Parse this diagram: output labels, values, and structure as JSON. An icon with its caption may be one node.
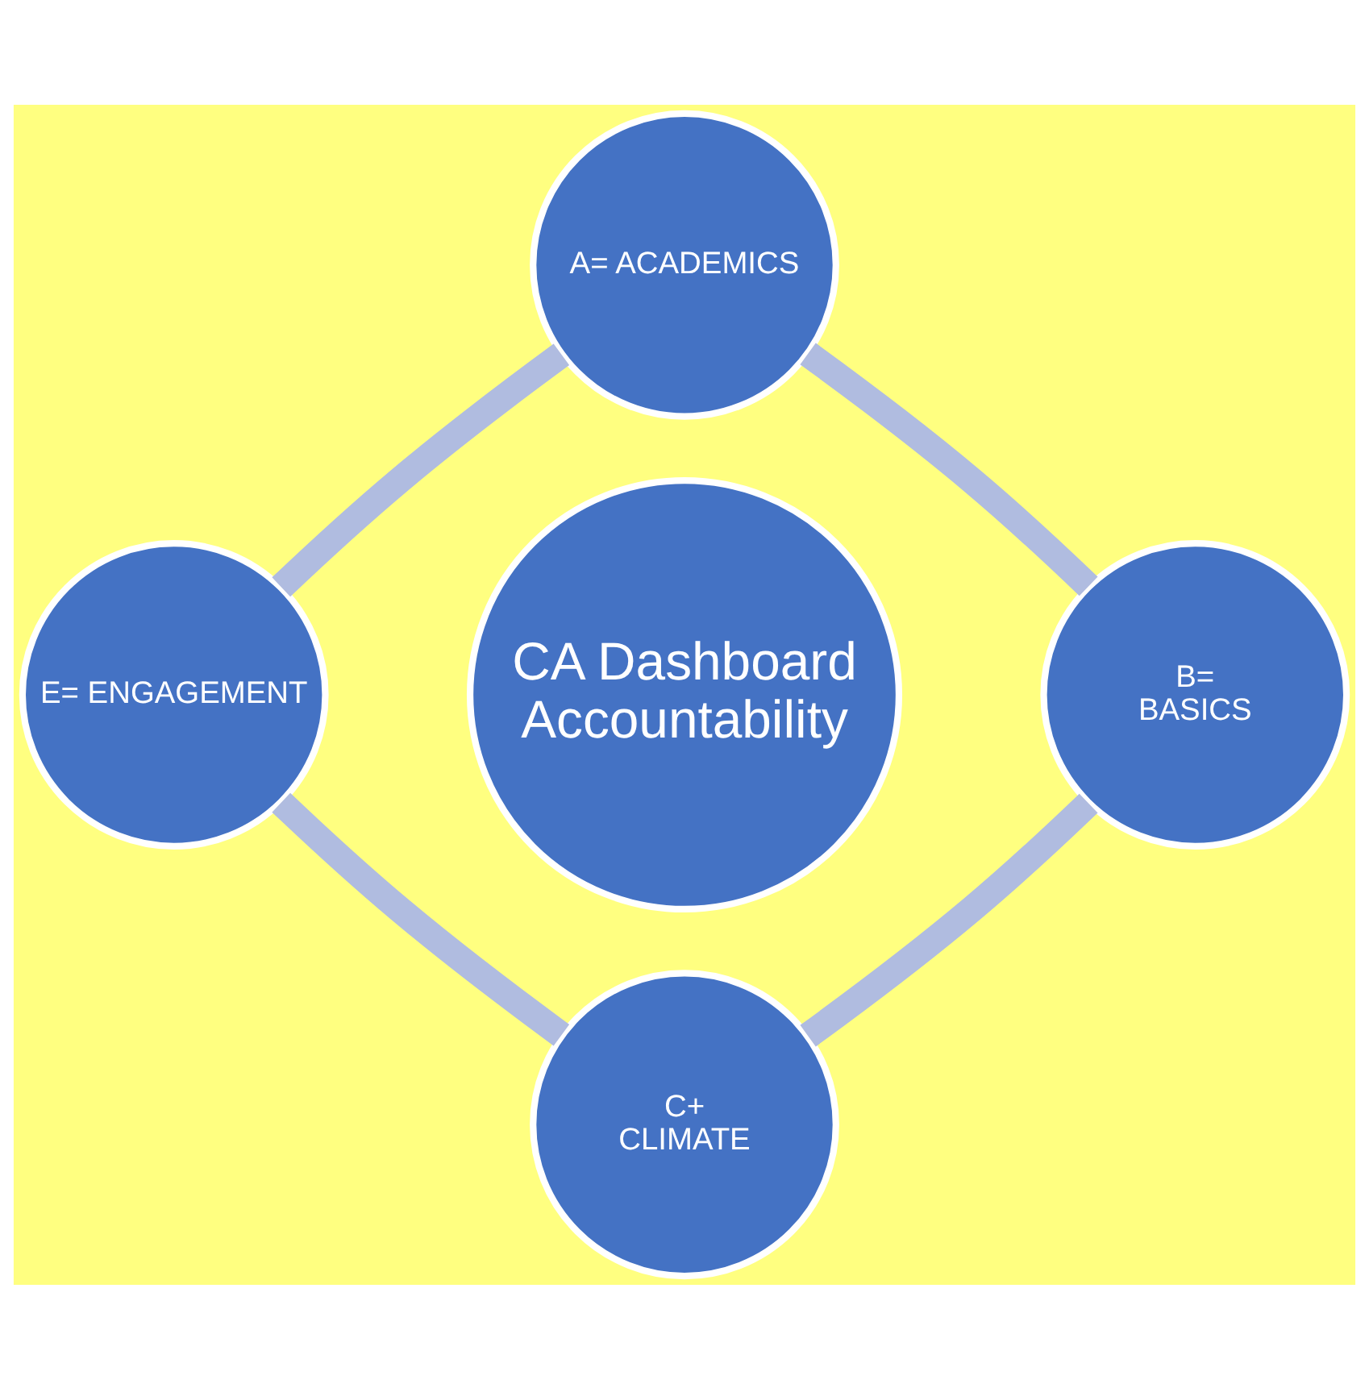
{
  "diagram": {
    "nodes": [
      {
        "text": [
          "A= ACADEMICS"
        ]
      },
      {
        "text": [
          "E= ENGAGEMENT"
        ]
      },
      {
        "text": [
          "CA Dashboard Accountability"
        ]
      },
      {
        "text": [
          "B=",
          "BASICS"
        ]
      },
      {
        "text": [
          "C+",
          "CLIMATE"
        ]
      }
    ],
    "edges": [
      {
        "from": 0,
        "to": 3,
        "arrow": "none"
      },
      {
        "from": 3,
        "to": 4,
        "arrow": "none"
      },
      {
        "from": 4,
        "to": 1,
        "arrow": "none"
      },
      {
        "from": 1,
        "to": 0,
        "arrow": "none"
      }
    ]
  }
}
